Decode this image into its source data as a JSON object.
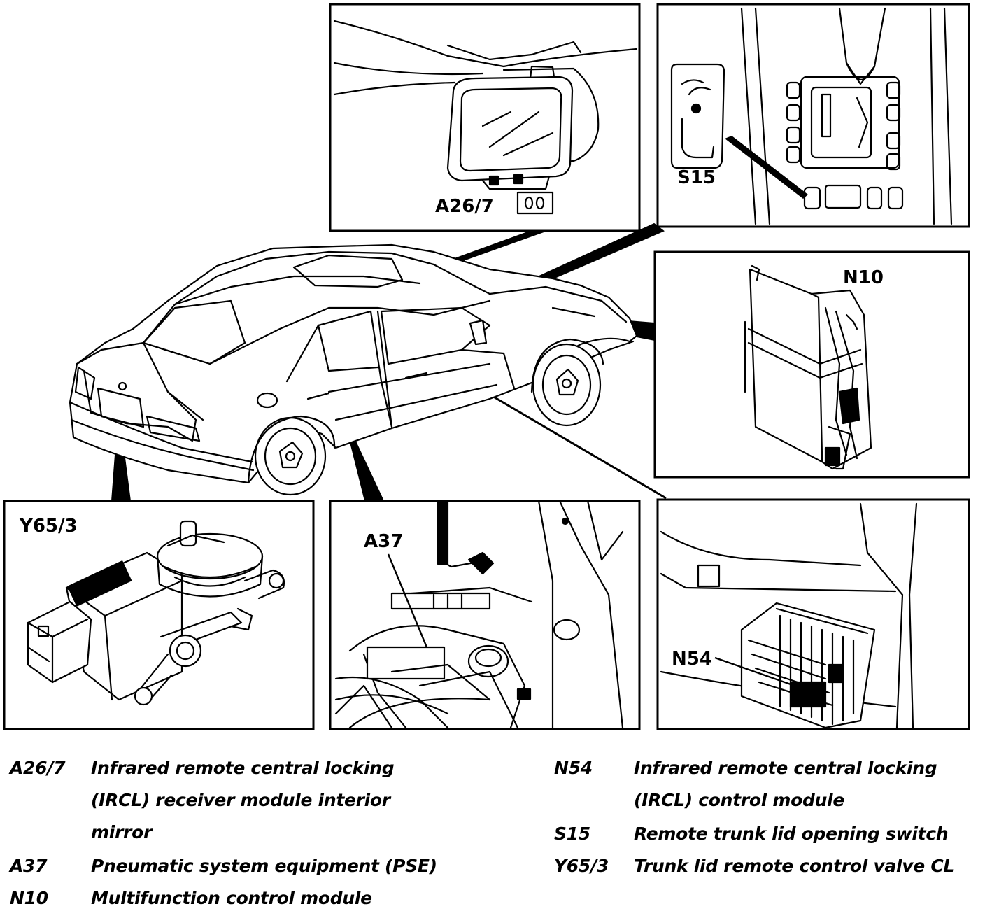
{
  "callouts": {
    "a26_7": "A26/7",
    "s15": "S15",
    "n10": "N10",
    "y65_3": "Y65/3",
    "a37": "A37",
    "n54": "N54"
  },
  "legend": {
    "left": [
      {
        "code": "A26/7",
        "desc": "Infrared remote central locking\n(IRCL) receiver module interior\nmirror"
      },
      {
        "code": "A37",
        "desc": "Pneumatic system equipment (PSE)"
      },
      {
        "code": "N10",
        "desc": "Multifunction control module"
      }
    ],
    "right": [
      {
        "code": "N54",
        "desc": "Infrared remote central locking\n(IRCL) control module"
      },
      {
        "code": "S15",
        "desc": "Remote trunk lid opening switch"
      },
      {
        "code": "Y65/3",
        "desc": "Trunk lid remote control valve CL"
      }
    ]
  }
}
